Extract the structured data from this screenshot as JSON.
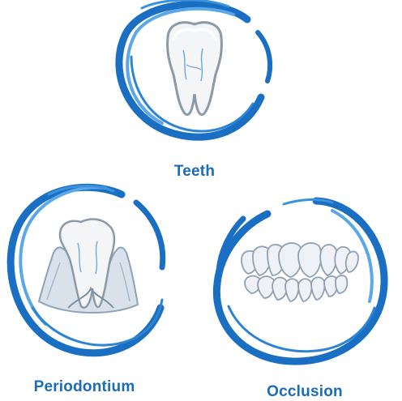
{
  "diagram": {
    "nodes": [
      {
        "id": "teeth",
        "label": "Teeth",
        "icon": "molar-tooth-icon"
      },
      {
        "id": "periodontium",
        "label": "Periodontium",
        "icon": "tooth-with-gums-icon"
      },
      {
        "id": "occlusion",
        "label": "Occlusion",
        "icon": "dental-arch-icon"
      }
    ]
  },
  "colors": {
    "ring_dark": "#1a6fc2",
    "ring_light": "#5aa8e8",
    "label_text": "#1a6cb8",
    "tooth_fill": "#f3f5f7",
    "tooth_root_vein": "#6aa6dc"
  }
}
